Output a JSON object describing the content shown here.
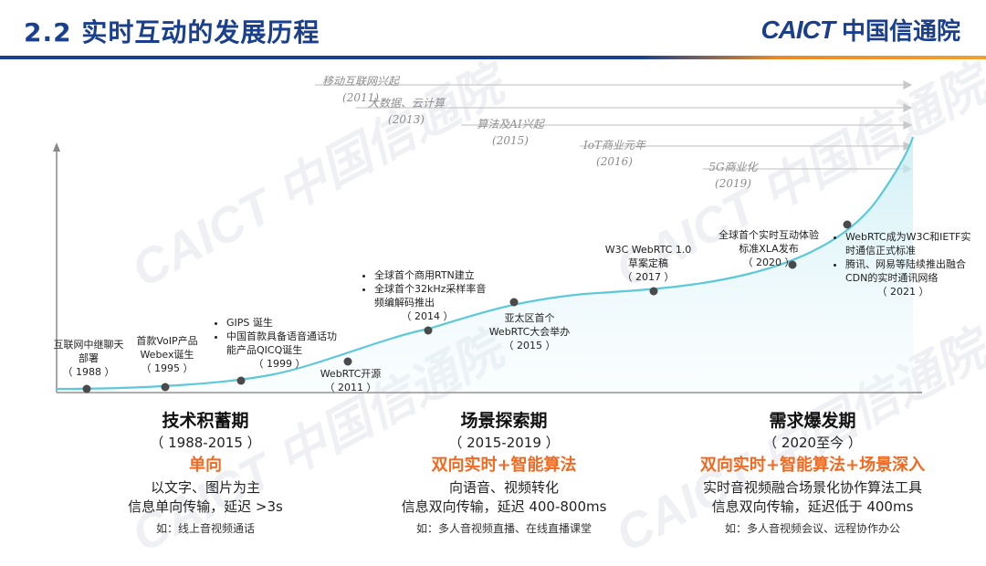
{
  "header": {
    "title": "2.2 实时互动的发展历程",
    "logo_en": "CAICT",
    "logo_cn": "中国信通院"
  },
  "watermark": "CAICT 中国信通院",
  "trends": [
    {
      "label": "移动互联网兴起",
      "year": "(2011)"
    },
    {
      "label": "大数据、云计算",
      "year": "(2013)"
    },
    {
      "label": "算法及AI兴起",
      "year": "(2015)"
    },
    {
      "label": "IoT商业元年",
      "year": "(2016)"
    },
    {
      "label": "5G商业化",
      "year": "(2019)"
    }
  ],
  "events": [
    {
      "lines": [
        "互联网中继聊天",
        "部署",
        "（ 1988 ）"
      ]
    },
    {
      "lines": [
        "首款VoIP产品",
        "Webex诞生",
        "（ 1995 ）"
      ]
    },
    {
      "bullets": [
        "GIPS 诞生",
        "中国首款具备语音通话功能产品QICQ诞生"
      ],
      "year": "（ 1999 ）"
    },
    {
      "lines": [
        "WebRTC开源",
        "（ 2011 ）"
      ]
    },
    {
      "bullets": [
        "全球首个商用RTN建立",
        "全球首个32kHz采样率音频编解码推出"
      ],
      "year": "（ 2014 ）"
    },
    {
      "lines": [
        "亚太区首个",
        "WebRTC大会举办",
        "（ 2015 ）"
      ]
    },
    {
      "lines": [
        "W3C WebRTC 1.0",
        "草案定稿",
        "（ 2017 ）"
      ]
    },
    {
      "lines": [
        "全球首个实时互动体验",
        "标准XLA发布",
        "（ 2020 ）"
      ]
    },
    {
      "bullets": [
        "WebRTC成为W3C和IETF实时通信正式标准",
        "腾讯、网易等陆续推出融合CDN的实时通讯网络"
      ],
      "year": "（ 2021 ）"
    }
  ],
  "phases": [
    {
      "name": "技术积蓄期",
      "years": "（ 1988-2015 ）",
      "mode": "单向",
      "desc1": "以文字、图片为主",
      "desc2": "信息单向传输，延迟 >3s",
      "example": "如：线上音视频通话"
    },
    {
      "name": "场景探索期",
      "years": "（ 2015-2019 ）",
      "mode": "双向实时+智能算法",
      "desc1": "向语音、视频转化",
      "desc2": "信息双向传输，延迟 400-800ms",
      "example": "如：多人音视频直播、在线直播课堂"
    },
    {
      "name": "需求爆发期",
      "years": "（ 2020至今 ）",
      "mode": "双向实时+智能算法+场景深入",
      "desc1": "实时音视频融合场景化协作算法工具",
      "desc2": "信息双向传输，延迟低于 400ms",
      "example": "如：多人音视频会议、远程协作办公"
    }
  ],
  "colors": {
    "title": "#1a3f8c",
    "curve": "#5cc8d8",
    "highlight": "#f26a21",
    "dot": "#4a4a4a",
    "trend_text": "#8d8d8d"
  }
}
